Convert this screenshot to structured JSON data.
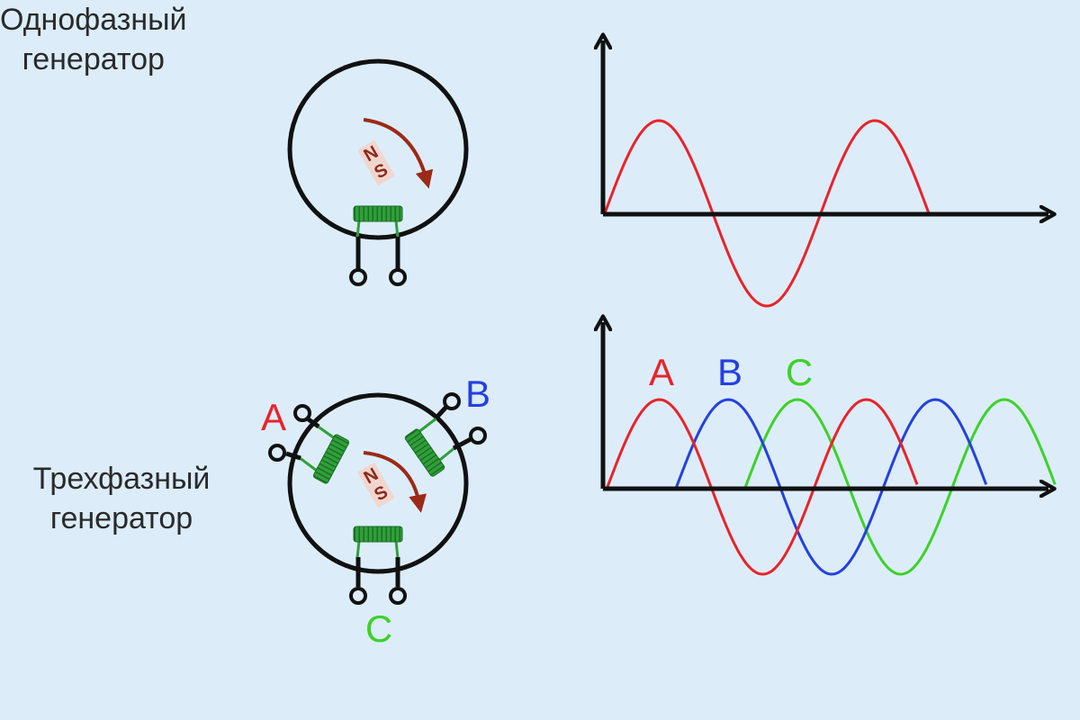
{
  "single_phase": {
    "label_line1": "Однофазный",
    "label_line2": "генератор",
    "magnet": {
      "north": "N",
      "south": "S"
    },
    "waveform": {
      "amplitude": 1,
      "cycles": 1.5,
      "color": "#e8232a"
    }
  },
  "three_phase": {
    "label_line1": "Трехфазный",
    "label_line2": "генератор",
    "magnet": {
      "north": "N",
      "south": "S"
    },
    "coil_labels": {
      "a": "A",
      "b": "B",
      "c": "C"
    },
    "phases": [
      {
        "name": "A",
        "color": "#e8232a",
        "phase_offset_deg": 0
      },
      {
        "name": "B",
        "color": "#2440e0",
        "phase_offset_deg": 120
      },
      {
        "name": "C",
        "color": "#3ed12a",
        "phase_offset_deg": 240
      }
    ]
  },
  "colors": {
    "outline": "#111111",
    "coil": "#2fa03a",
    "arrow": "#9b2a17",
    "magnet_fill": "#f1d6cf"
  }
}
